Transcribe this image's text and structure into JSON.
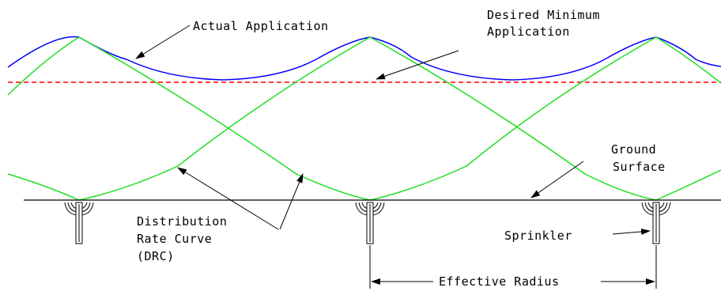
{
  "labels": {
    "actual_application": "Actual Application",
    "desired_minimum_line1": "Desired Minimum",
    "desired_minimum_line2": "Application",
    "ground_line1": "Ground",
    "ground_line2": "Surface",
    "drc_line1": "Distribution",
    "drc_line2": "Rate Curve",
    "drc_line3": "(DRC)",
    "sprinkler": "Sprinkler",
    "effective_radius": "Effective Radius"
  },
  "colors": {
    "actual_application_curve": "#0000ff",
    "distribution_curve": "#22dd22",
    "desired_minimum_line": "#ff0000",
    "ground_line": "#000000",
    "text": "#000000"
  }
}
